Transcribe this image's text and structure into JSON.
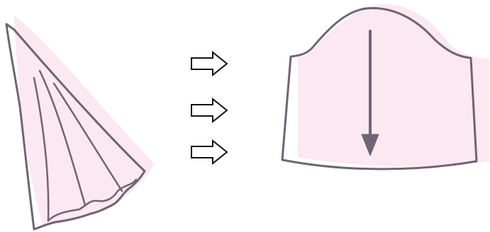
{
  "colors": {
    "outline": "#6f6475",
    "fill": "#fce8f0",
    "arrow_fill": "#ffffff",
    "arrow_stroke": "#111111",
    "grain_arrow": "#6f6475"
  },
  "diagram": {
    "left_shape": "flared-sleeve-piece",
    "right_shape": "flat-sleeve-pattern-piece",
    "transition_arrows": 3,
    "grainline_arrow": true
  }
}
